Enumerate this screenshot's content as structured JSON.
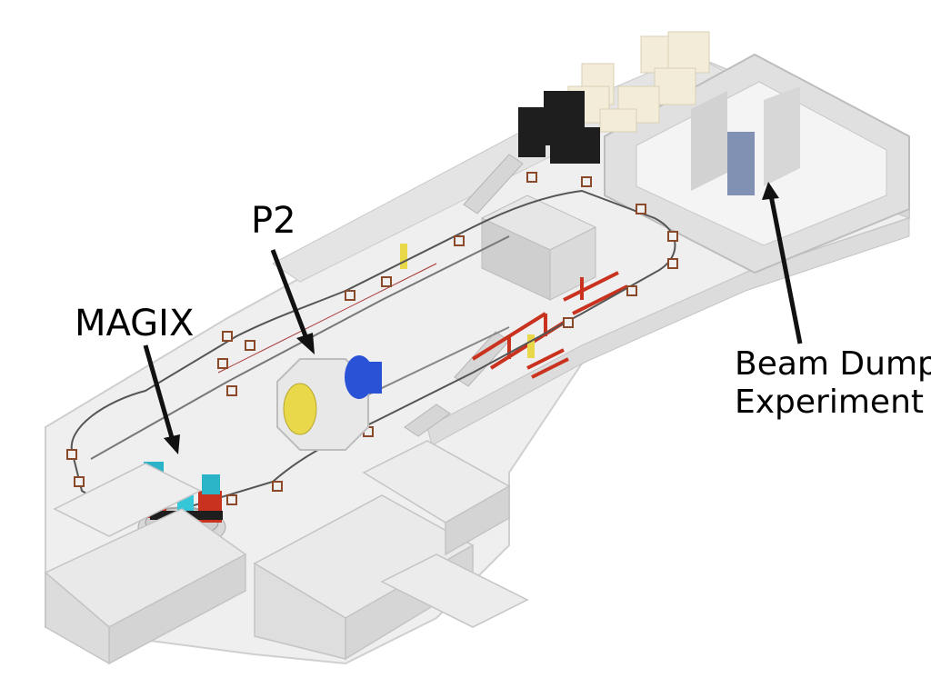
{
  "labels": {
    "p2": "P2",
    "magix": "MAGIX",
    "beam_dump_line1": "Beam Dump",
    "beam_dump_line2": "Experiment"
  },
  "colors": {
    "background": "#ffffff",
    "wall_top": "#ececec",
    "wall_side": "#d4d4d4",
    "floor": "#f2f2f2",
    "arrow": "#111111",
    "magnet_red": "#c8321e",
    "magnet_cyan": "#2bb3c8",
    "p2_blue": "#2a52d6",
    "p2_yellow": "#e8d84a",
    "shield_black": "#1e1e1e",
    "blocks_cream": "#f3ecd8"
  },
  "icons": {
    "arrow_p2": "arrow-down-right-icon",
    "arrow_magix": "arrow-down-right-icon",
    "arrow_dump": "arrow-up-left-icon"
  }
}
